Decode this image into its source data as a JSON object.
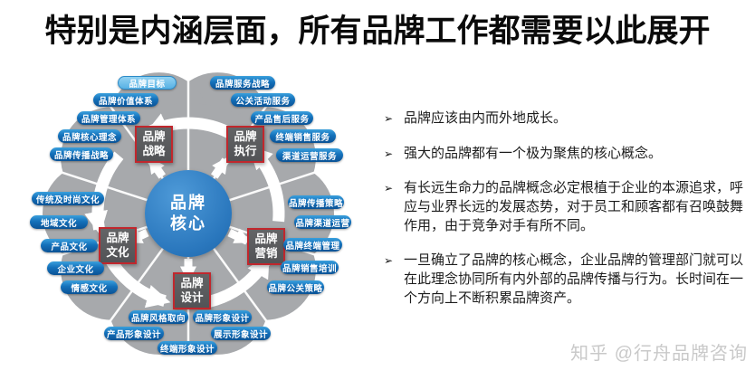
{
  "title": "特别是内涵层面，所有品牌工作都需要以此展开",
  "diagram": {
    "center": "品牌核心",
    "hubs": [
      "品牌战略",
      "品牌执行",
      "品牌营销",
      "品牌设计",
      "品牌文化"
    ],
    "groups": {
      "strategy": [
        "品牌目标",
        "品牌价值体系",
        "品牌管理体系",
        "品牌核心理念",
        "品牌传播战略"
      ],
      "execution": [
        "品牌服务战略",
        "公关活动服务",
        "产品售后服务",
        "终端销售服务",
        "渠道运营服务"
      ],
      "marketing": [
        "品牌传播策略",
        "品牌渠道运营",
        "品牌终端管理",
        "品牌销售培训",
        "品牌公关策略"
      ],
      "design": [
        "品牌风格取向",
        "品牌形象设计",
        "产品形象设计",
        "展示形象设计",
        "终端形象设计"
      ],
      "culture": [
        "传统及时尚文化",
        "地域文化",
        "产品文化",
        "企业文化",
        "情感文化"
      ]
    }
  },
  "content": {
    "bullet_marker": "➢",
    "bullets": [
      "品牌应该由内而外地成长。",
      "强大的品牌都有一个极为聚焦的核心概念。",
      "有长远生命力的品牌概念必定根植于企业的本源追求，呼应与业界长远的发展态势，对于员工和顾客都有召唤鼓舞作用，由于竞争对手有所不同。",
      "一旦确立了品牌的核心概念，企业品牌的管理部门就可以在此理念协同所有内外部的品牌传播与行为。长时间在一个方向上不断积累品牌资产。"
    ]
  },
  "watermark": "知乎 @行舟品牌咨询",
  "colors": {
    "pill_blue": "#1470ba",
    "pill_light_blue": "#58b1e4",
    "hub_border_red": "#c1272d",
    "hub_gray": "#58595b",
    "center_blue": "#2a77bd",
    "wheel_gray": "#a7a9ac"
  }
}
